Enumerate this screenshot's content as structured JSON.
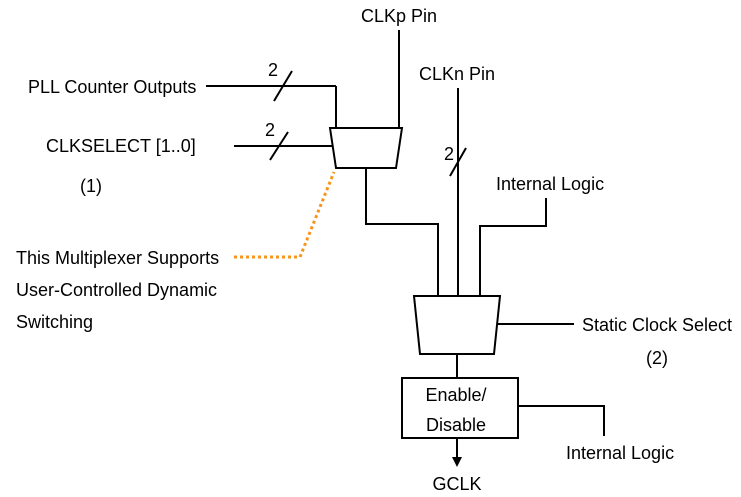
{
  "labels": {
    "clkp_pin": "CLKp Pin",
    "clkn_pin": "CLKn Pin",
    "pll_counter_outputs": "PLL Counter Outputs",
    "pll_bus_width": "2",
    "clkselect": "CLKSELECT [1..0]",
    "clkselect_bus_width": "2",
    "clkselect_note": "(1)",
    "clkn_bus_width": "2",
    "internal_logic_top": "Internal Logic",
    "mux_note_line1": "This Multiplexer Supports",
    "mux_note_line2": "User-Controlled Dynamic",
    "mux_note_line3": "Switching",
    "static_clock_select": "Static Clock Select",
    "static_clock_select_note": "(2)",
    "enable_line1": "Enable/",
    "enable_line2": "Disable",
    "internal_logic_bottom": "Internal Logic",
    "gclk": "GCLK"
  },
  "colors": {
    "line": "#000000",
    "callout": "#F7941D"
  }
}
